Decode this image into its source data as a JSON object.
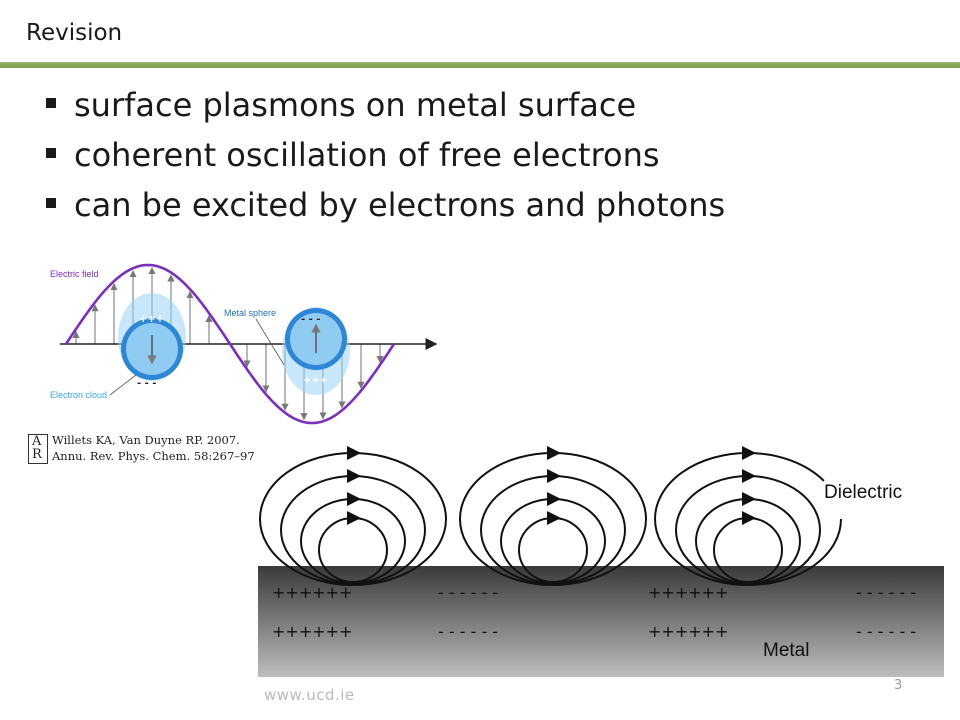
{
  "header": {
    "title": "Revision"
  },
  "bullets": [
    "surface plasmons on metal surface",
    "coherent oscillation of free electrons",
    "can be excited by electrons and photons"
  ],
  "sphere_figure": {
    "electric_field_label": "Electric field",
    "metal_sphere_label": "Metal sphere",
    "electron_cloud_label": "Electron cloud",
    "plus_charge": "+++",
    "minus_charge": "- - -",
    "wave_color": "#7a2fbf",
    "cloud_color": "#9bd4f5",
    "sphere_color": "#2e86d6"
  },
  "citation": {
    "logo_letters": [
      "A",
      "R"
    ],
    "line1": "Willets KA, Van Duyne RP. 2007.",
    "line2": "Annu. Rev. Phys. Chem. 58:267–97"
  },
  "plasmon_figure": {
    "dielectric_label": "Dielectric",
    "metal_label": "Metal",
    "plus_row": "++++++",
    "minus_row": "- - - - - -"
  },
  "footer": {
    "url": "www.ucd.ie",
    "page_number": "3"
  }
}
